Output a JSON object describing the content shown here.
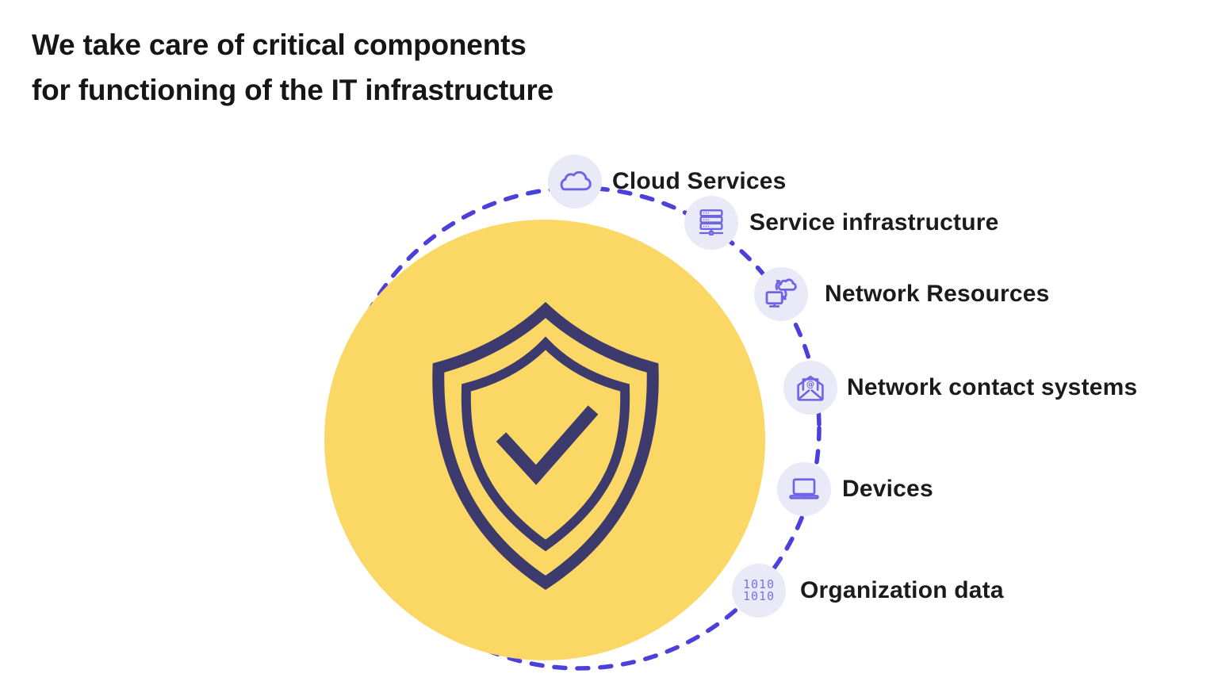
{
  "title": {
    "line1": "We take care of critical components",
    "line2": "for functioning of the IT infrastructure"
  },
  "diagram": {
    "center_icon": "shield-check-icon",
    "colors": {
      "yellow_circle": "#FBD766",
      "dashed_ring": "#4C40DB",
      "badge_background": "#EAE9F7",
      "icon_stroke": "#6E64E4",
      "shield_navy": "#3D3A6E",
      "label_text": "#1B1B1B",
      "title_text": "#161616"
    },
    "email_at_symbol": "@",
    "items": [
      {
        "label": "Cloud Services",
        "icon": "cloud-icon"
      },
      {
        "label": "Service infrastructure",
        "icon": "server-rack-icon"
      },
      {
        "label": "Network Resources",
        "icon": "monitor-cloud-sync-icon"
      },
      {
        "label": "Network contact systems",
        "icon": "email-at-icon"
      },
      {
        "label": "Devices",
        "icon": "laptop-icon"
      },
      {
        "label": "Organization data",
        "icon": "binary-data-icon",
        "icon_text_line1": "1010",
        "icon_text_line2": "1010"
      }
    ]
  }
}
